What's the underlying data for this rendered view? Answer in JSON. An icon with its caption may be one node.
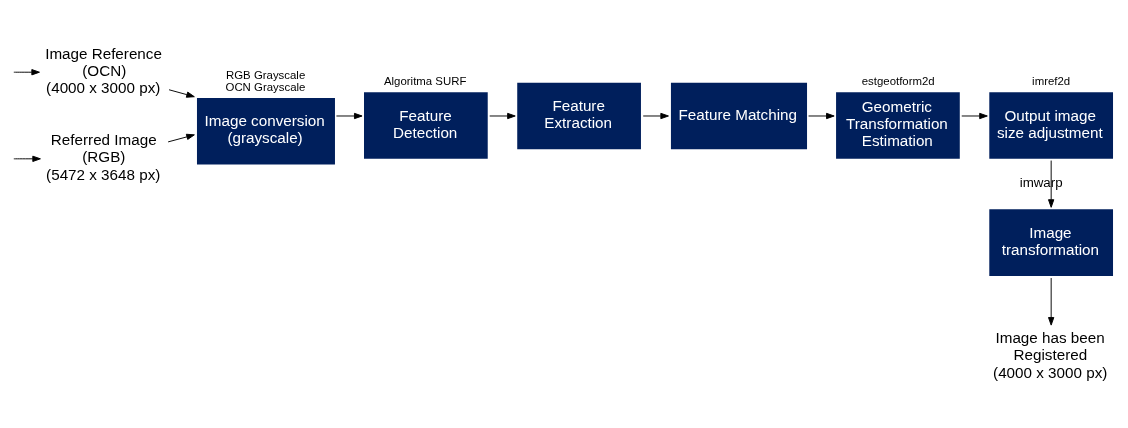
{
  "diagram": {
    "nodes": [
      {
        "text": [
          "Referred Image (RGB)",
          "(5472 x 3648 px)"
        ]
      },
      {
        "text": [
          "Image Reference (OCN)",
          "(4000 x 3000 px)"
        ]
      },
      {
        "text": [
          "Image conversion (grayscale)"
        ],
        "beside": [
          "RGB Grayscale",
          "OCN Grayscale"
        ]
      },
      {
        "text": [
          "Feature Detection"
        ],
        "beside": [
          "Algoritma SURF"
        ]
      },
      {
        "text": [
          "Feature Extraction"
        ]
      },
      {
        "text": [
          "Feature Matching"
        ]
      },
      {
        "text": [
          "Geometric Transformation Estimation"
        ],
        "beside": [
          "estgeotform2d"
        ]
      },
      {
        "text": [
          "Output image size adjustment"
        ],
        "beside": [
          "imref2d"
        ]
      },
      {
        "text": [
          "Image transformation"
        ]
      },
      {
        "text": [
          "Image has been Registered",
          "(4000 x 3000 px)"
        ]
      }
    ],
    "edges": [
      {
        "from": null,
        "to": 0,
        "arrow": "to"
      },
      {
        "from": 0,
        "to": 2,
        "arrow": "to"
      },
      {
        "from": 1,
        "to": 2,
        "arrow": "to"
      },
      {
        "from": 2,
        "to": 3,
        "arrow": "to"
      },
      {
        "from": 3,
        "to": 4,
        "arrow": "to"
      },
      {
        "from": 4,
        "to": 5,
        "arrow": "to"
      },
      {
        "from": 5,
        "to": 6,
        "arrow": "to"
      },
      {
        "from": 6,
        "to": 7,
        "arrow": "to"
      },
      {
        "from": 7,
        "to": 8,
        "label": "imwarp",
        "arrow": "to"
      },
      {
        "from": 8,
        "to": 9,
        "arrow": "to"
      },
      {
        "from": null,
        "to": 1,
        "arrow": "to"
      }
    ]
  }
}
